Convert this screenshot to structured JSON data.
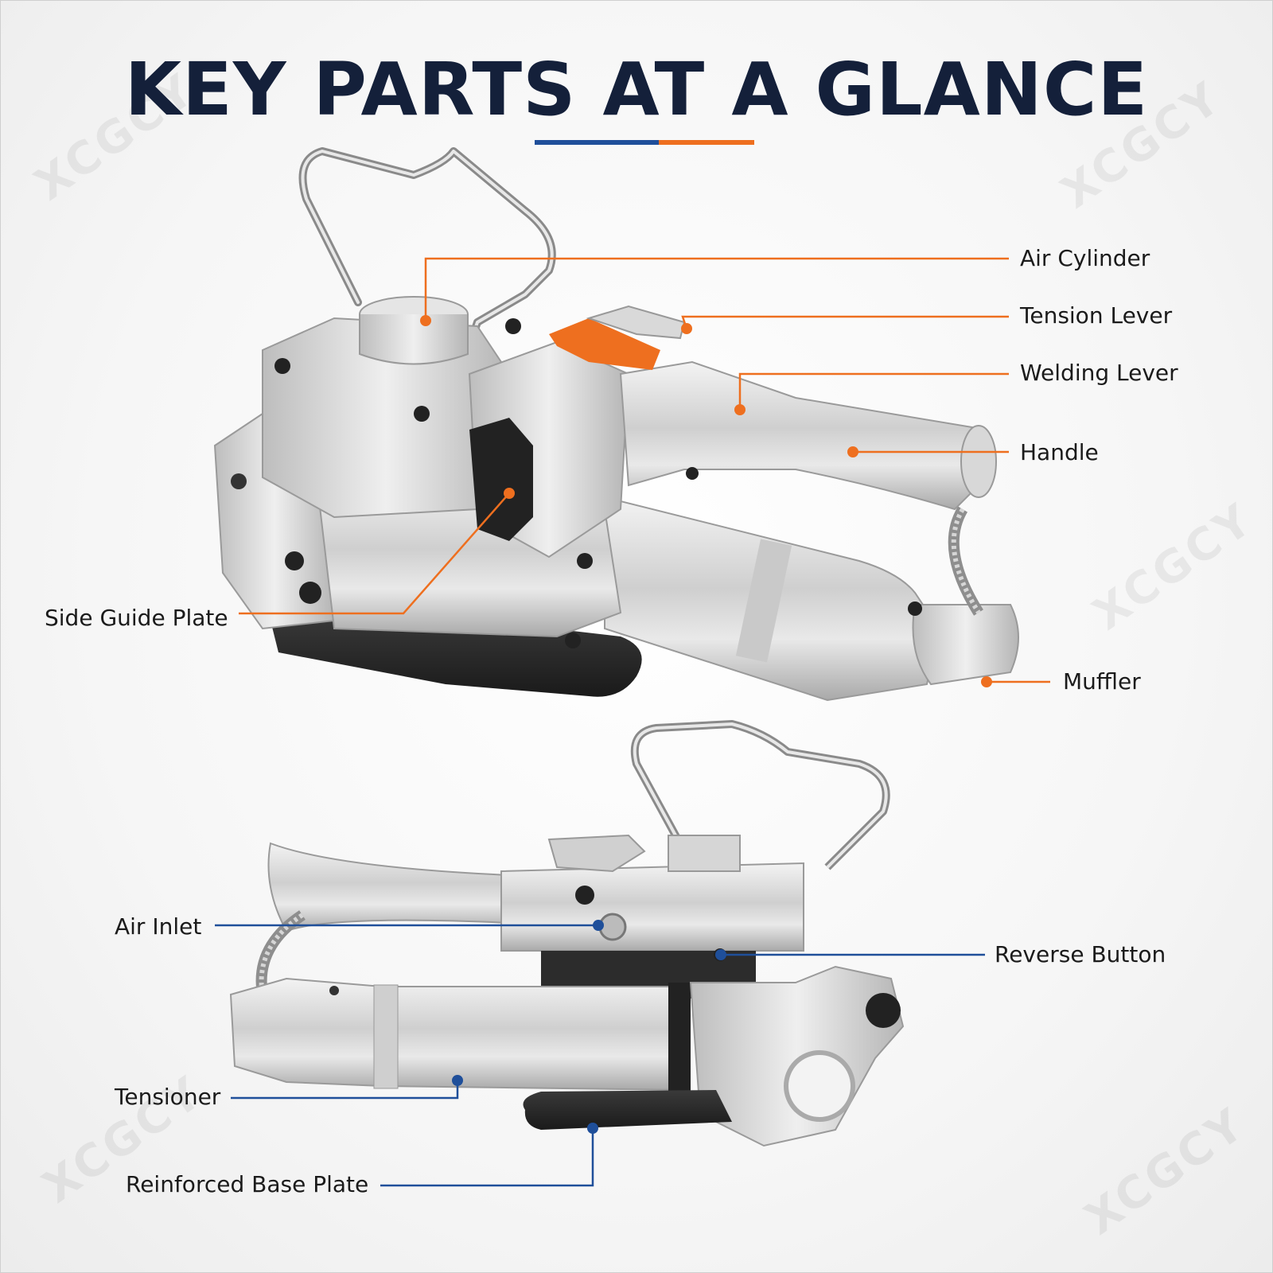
{
  "title": "KEY PARTS AT A GLANCE",
  "watermark": "XCGCY",
  "accent_colors": {
    "orange": "#ee6f1f",
    "blue": "#1f4f9a",
    "title": "#14203a"
  },
  "top_view": {
    "labels": {
      "air_cylinder": "Air Cylinder",
      "tension_lever": "Tension Lever",
      "welding_lever": "Welding Lever",
      "handle": "Handle",
      "side_guide_plate": "Side Guide Plate",
      "muffler": "Muffler"
    }
  },
  "bottom_view": {
    "labels": {
      "air_inlet": "Air Inlet",
      "reverse_button": "Reverse Button",
      "tensioner": "Tensioner",
      "reinforced_base_plate": "Reinforced Base Plate"
    }
  }
}
